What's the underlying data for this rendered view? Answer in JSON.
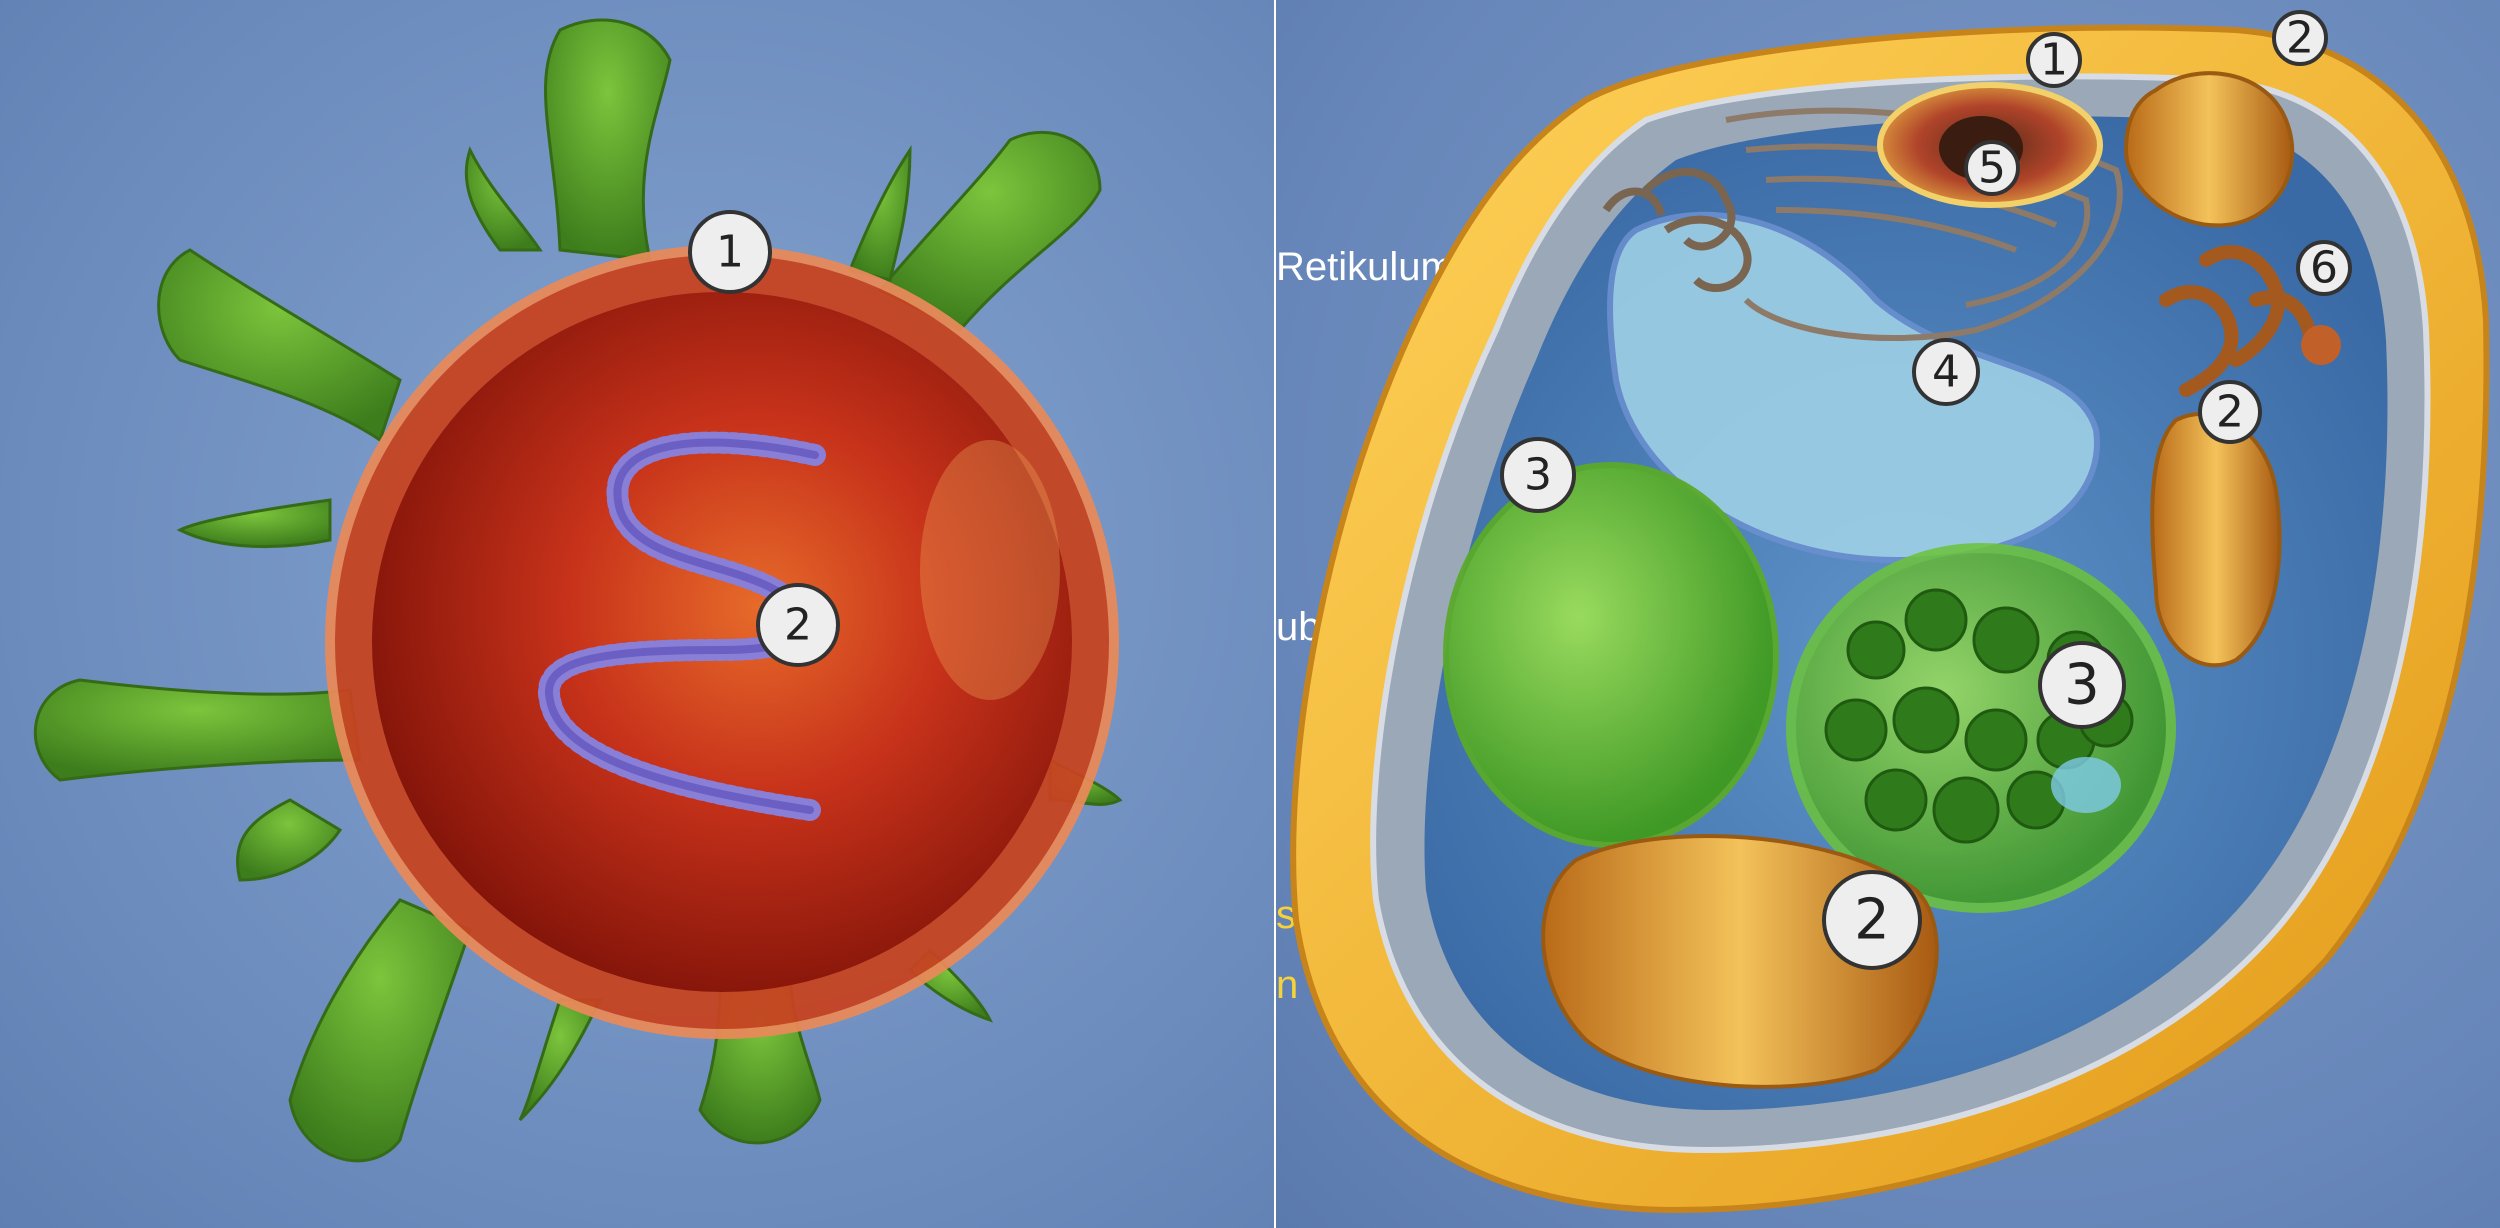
{
  "virus_panel": {
    "markers": [
      "1",
      "2"
    ]
  },
  "cell_panel": {
    "labels": [
      "Retikulum",
      "ubuli",
      "sen",
      "n"
    ],
    "markers": [
      "1",
      "2",
      "5",
      "6",
      "4",
      "2",
      "3",
      "3",
      "2"
    ]
  },
  "colors": {
    "background": "#6f8fbf",
    "virus_capsid": "#c7321a",
    "virus_spikes": "#4f9a26",
    "rna_strand": "#8a7fd6",
    "cell_wall": "#f0b42a",
    "cytoplasm": "#4f7fb8",
    "vacuole": "#9fd0e6",
    "chloroplast": "#6cc43a",
    "mitochondrion": "#d88d2a"
  }
}
